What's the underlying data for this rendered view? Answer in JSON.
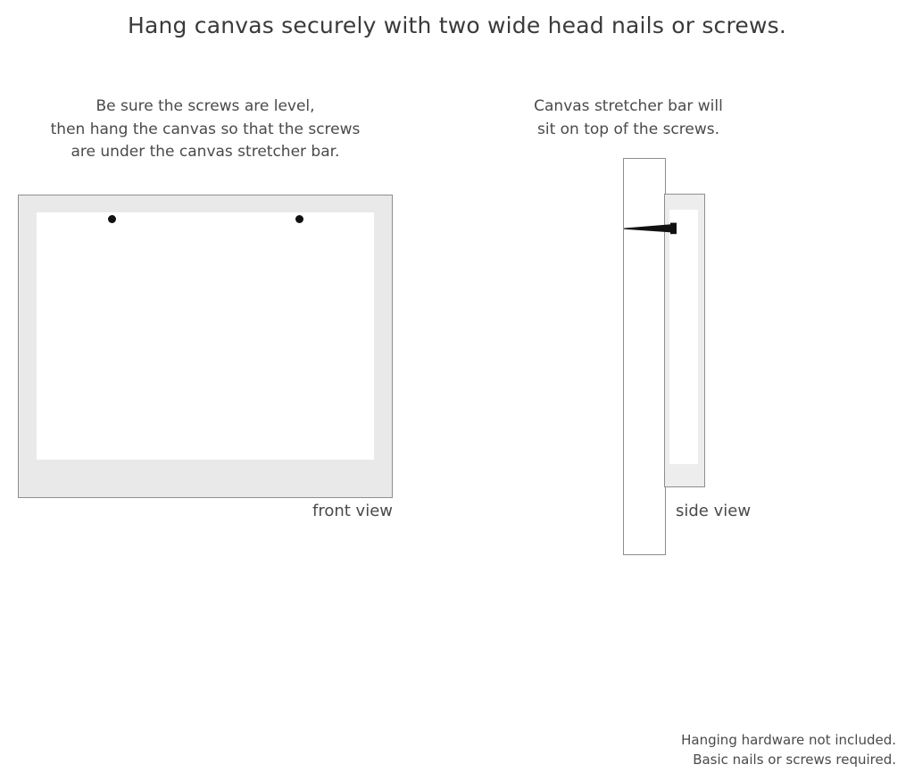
{
  "title": "Hang canvas securely with two wide head nails or screws.",
  "front_view": {
    "caption_line1": "Be sure the screws are level,",
    "caption_line2": "then hang the canvas so that the screws",
    "caption_line3": "are under the canvas stretcher bar.",
    "label": "front view",
    "screw_count": 2,
    "frame_color": "#e9e9e9",
    "frame_border_color": "#8e8e8e",
    "canvas_face_color": "#ffffff",
    "screw_dot_color": "#111111"
  },
  "side_view": {
    "caption_line1": "Canvas stretcher bar will",
    "caption_line2": "sit on top of the screws.",
    "label": "side view",
    "wall_color": "#ffffff",
    "stretcher_bar_color": "#ededed",
    "stretcher_inner_color": "#ffffff",
    "screw_color": "#111111"
  },
  "footer": {
    "line1": "Hanging hardware not included.",
    "line2": "Basic nails or screws required."
  }
}
